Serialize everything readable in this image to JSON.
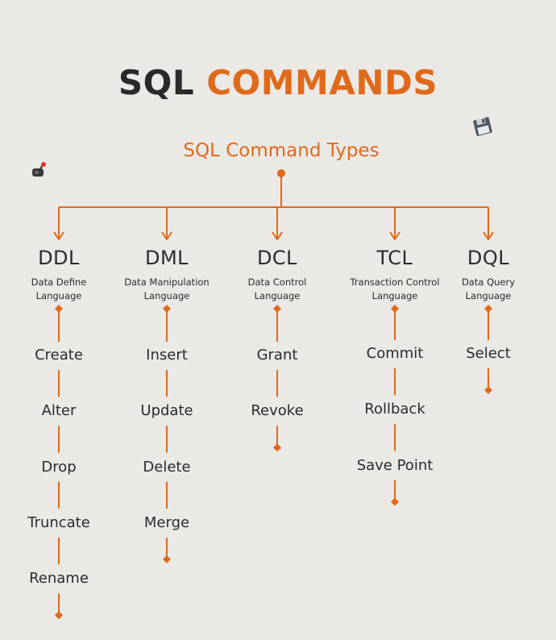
{
  "title": {
    "part1": "SQL",
    "part2": "COMMANDS"
  },
  "subtitle": "SQL Command Types",
  "colors": {
    "accent": "#e06a1b",
    "text": "#2b2b2b",
    "background": "#ebe9e5"
  },
  "decorations": [
    "joystick-icon",
    "floppy-disk-icon"
  ],
  "types": [
    {
      "abbr": "DDL",
      "desc_line1": "Data Define",
      "desc_line2": "Language",
      "commands": [
        "Create",
        "Alter",
        "Drop",
        "Truncate",
        "Rename"
      ]
    },
    {
      "abbr": "DML",
      "desc_line1": "Data Manipulation",
      "desc_line2": "Language",
      "commands": [
        "Insert",
        "Update",
        "Delete",
        "Merge"
      ]
    },
    {
      "abbr": "DCL",
      "desc_line1": "Data Control",
      "desc_line2": "Language",
      "commands": [
        "Grant",
        "Revoke"
      ]
    },
    {
      "abbr": "TCL",
      "desc_line1": "Transaction Control",
      "desc_line2": "Language",
      "commands": [
        "Commit",
        "Rollback",
        "Save Point"
      ]
    },
    {
      "abbr": "DQL",
      "desc_line1": "Data Query",
      "desc_line2": "Language",
      "commands": [
        "Select"
      ]
    }
  ]
}
